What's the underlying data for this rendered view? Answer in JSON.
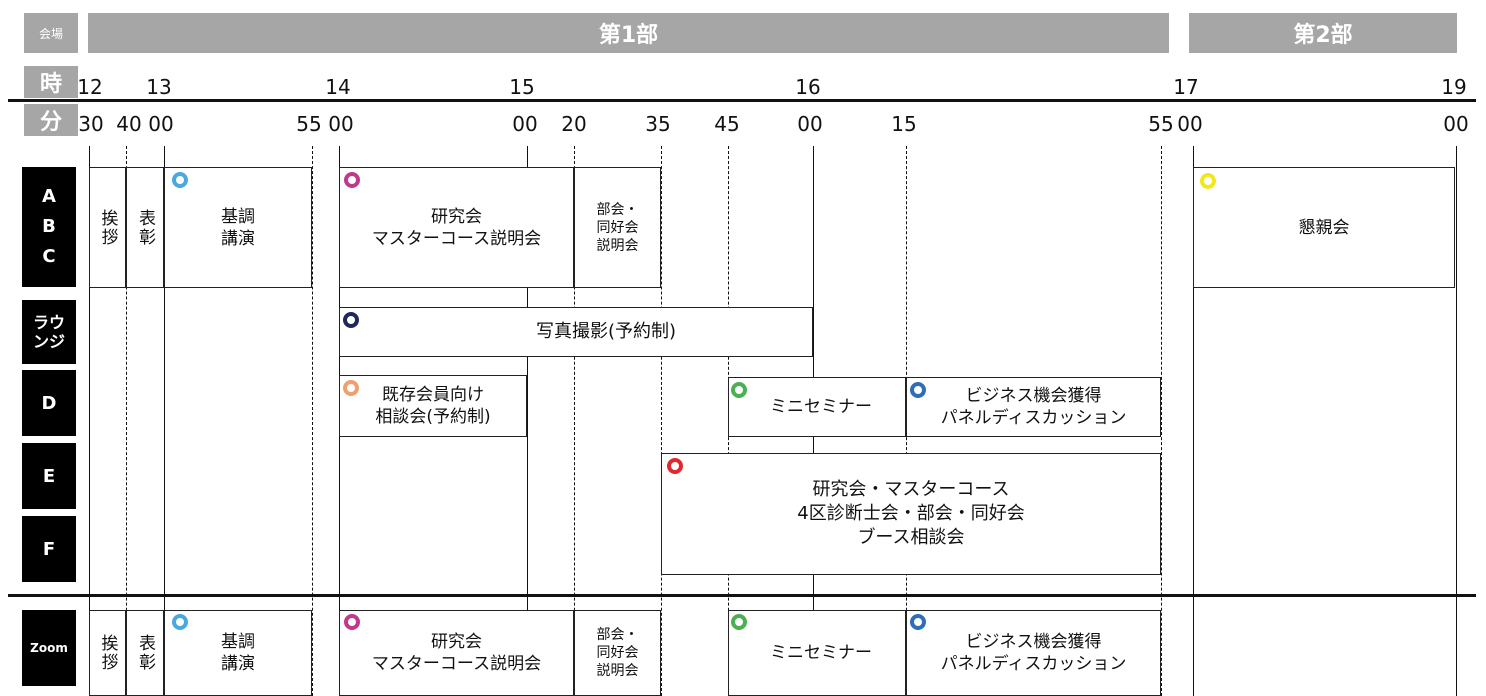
{
  "header": {
    "venue_label": "会場",
    "part1_label": "第1部",
    "part2_label": "第2部",
    "hour_label": "時",
    "minute_label": "分"
  },
  "hours": [
    "12",
    "13",
    "14",
    "15",
    "16",
    "17",
    "19"
  ],
  "minutes": [
    "30",
    "40",
    "00",
    "55",
    "00",
    "00",
    "20",
    "35",
    "45",
    "00",
    "15",
    "55",
    "00",
    "00"
  ],
  "venues": {
    "abc": "A\nB\nC",
    "lounge": "ラウ\nンジ",
    "d": "D",
    "e": "E",
    "f": "F",
    "zoom": "Zoom"
  },
  "events": {
    "greeting": "挨拶",
    "award": "表彰",
    "keynote": "基調\n講演",
    "study": "研究会\nマスターコース説明会",
    "club": "部会・\n同好会\n説明会",
    "social": "懇親会",
    "photo": "写真撮影(予約制)",
    "members": "既存会員向け\n相談会(予約制)",
    "mini": "ミニセミナー",
    "business": "ビジネス機会獲得\nパネルディスカッション",
    "booth": "研究会・マスターコース\n4区診断士会・部会・同好会\nブース相談会"
  },
  "colors": {
    "keynote": "#4aa8e0",
    "study": "#c0398a",
    "social": "#f2e81e",
    "photo": "#1c2a5c",
    "members": "#f0a070",
    "mini": "#4caf50",
    "business": "#2f6db8",
    "booth": "#e0282e"
  }
}
